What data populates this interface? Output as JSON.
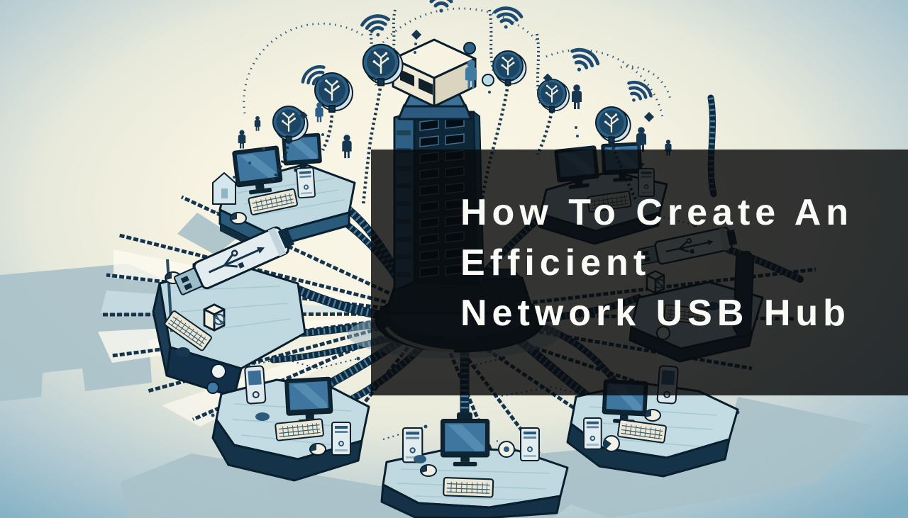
{
  "banner": {
    "overlay": {
      "background": "rgba(8,10,11,0.82)",
      "text_color": "#FAFAF7",
      "title": "How To Create An Efficient Network USB Hub",
      "title_lines": [
        "How To Create An",
        "Efficient",
        "Network USB Hub"
      ]
    },
    "illustration": {
      "subject": "Isometric illustration of a central USB hub tower connected by ribbed cables to six computer workstations",
      "background_center": "#F8F4E4",
      "background_edge": "#7FAFC4",
      "ink": "#0A1F2E",
      "steel_blue": "#2E5F85",
      "platform_blue": "#C2DAE2",
      "cream": "#F2EFE0",
      "shadow": "#A9C1C9",
      "icon_names": [
        "usb-plug-icon",
        "network-node-icon",
        "wifi-signal-icon",
        "user-figure-icon",
        "usb-connector-icon",
        "monitor",
        "keyboard",
        "mouse",
        "pc-tower",
        "phone",
        "circuit-traces"
      ]
    }
  }
}
